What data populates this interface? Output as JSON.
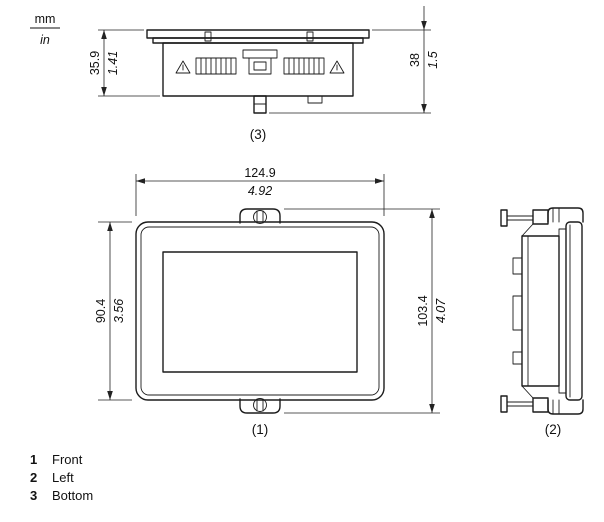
{
  "colors": {
    "line": "#1c1c1c",
    "background": "#ffffff"
  },
  "units": {
    "metric": "mm",
    "imperial": "in"
  },
  "views": {
    "front": {
      "label": "(1)",
      "name": "Front"
    },
    "left": {
      "label": "(2)",
      "name": "Left"
    },
    "bottom": {
      "label": "(3)",
      "name": "Bottom"
    }
  },
  "dimensions": {
    "overall_width": {
      "mm": "124.9",
      "in": "4.92"
    },
    "front_height": {
      "mm": "90.4",
      "in": "3.56"
    },
    "overall_height": {
      "mm": "103.4",
      "in": "4.07"
    },
    "body_depth": {
      "mm": "35.9",
      "in": "1.41"
    },
    "overall_depth": {
      "mm": "38",
      "in": "1.5"
    }
  },
  "legend": {
    "items": [
      {
        "num": "1",
        "label": "Front"
      },
      {
        "num": "2",
        "label": "Left"
      },
      {
        "num": "3",
        "label": "Bottom"
      }
    ]
  }
}
